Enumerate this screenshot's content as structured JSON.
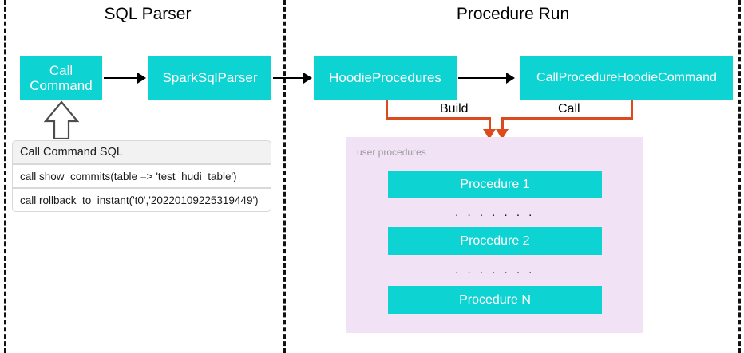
{
  "diagram": {
    "title_hidden": "",
    "sections": [
      {
        "name": "sql-parser",
        "label": "SQL Parser"
      },
      {
        "name": "procedure-run",
        "label": "Procedure Run"
      }
    ],
    "nodes": [
      {
        "name": "call-command",
        "label": "Call\nCommand",
        "label_line1": "Call",
        "label_line2": "Command"
      },
      {
        "name": "spark-sql-parser",
        "label": "SparkSqlParser"
      },
      {
        "name": "hoodie-procedures",
        "label": "HoodieProcedures"
      },
      {
        "name": "call-procedure-hoodie-command",
        "label": "CallProcedureHoodieCommand"
      }
    ],
    "edge_labels": [
      {
        "name": "build",
        "label": "Build"
      },
      {
        "name": "call",
        "label": "Call"
      }
    ],
    "sql_table": {
      "header": "Call Command SQL",
      "rows": [
        "call show_commits(table => 'test_hudi_table')",
        "call rollback_to_instant('t0','20220109225319449')"
      ]
    },
    "user_procedures": {
      "panel_label": "user procedures",
      "items": [
        {
          "name": "procedure-1",
          "label": "Procedure 1"
        },
        {
          "name": "procedure-2",
          "label": "Procedure 2"
        },
        {
          "name": "procedure-n",
          "label": "Procedure N"
        }
      ],
      "ellipsis": ". . . . . . ."
    },
    "colors": {
      "node_fill": "#0ED3D3",
      "node_text": "#FFFFFF",
      "panel_fill": "#F1E2F5",
      "panel_label_text": "#9A9A9A",
      "arrow_black": "#000000",
      "arrow_orange": "#DC4A1E",
      "divider": "#111111",
      "table_header_fill": "#F2F2F2",
      "table_border": "#D8D8D8",
      "background": "#FFFFFF"
    }
  }
}
